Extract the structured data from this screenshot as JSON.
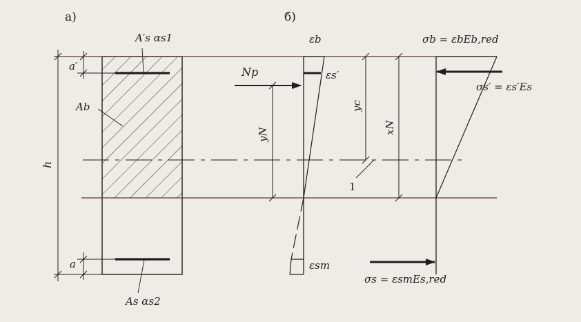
{
  "panels": {
    "a": "а)",
    "b": "б)"
  },
  "labels": {
    "as_prime_alpha_s1": "A′s αs1",
    "a_prime": "a′",
    "a_b": "Ab",
    "h": "h",
    "a": "a",
    "as_alpha_s2": "As αs2",
    "n_p": "Np",
    "y_n": "yN",
    "eps_b": "εb",
    "eps_s_prime": "εs′",
    "eps_sm": "εsm",
    "y_c": "yc",
    "x_n": "xN",
    "one": "1",
    "sigma_b": "σb = εbEb,red",
    "sigma_s_prime": "σs′ = εs′Es",
    "sigma_s": "σs = εsmEs,red"
  },
  "colors": {
    "ink": "#1e1e1e",
    "section_line": "#6a2c3e",
    "paper": "#eeece6"
  }
}
